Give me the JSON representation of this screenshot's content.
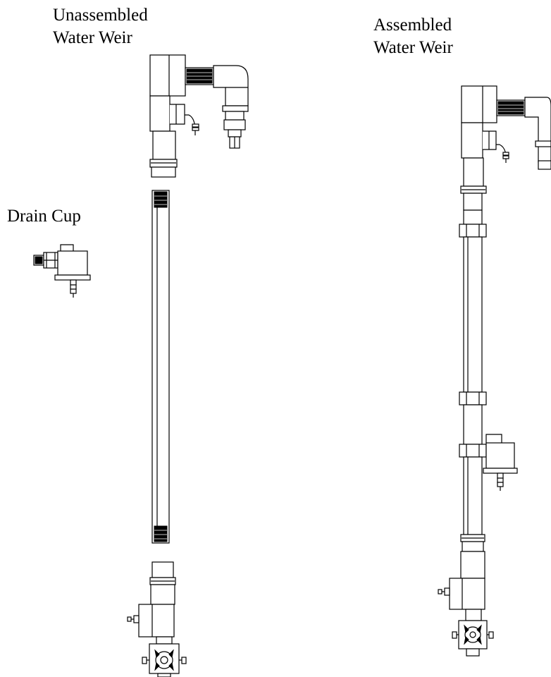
{
  "labels": {
    "unassembled_line1": "Unassembled",
    "unassembled_line2": "Water Weir",
    "assembled_line1": "Assembled",
    "assembled_line2": "Water Weir",
    "drain_cup": "Drain Cup"
  }
}
